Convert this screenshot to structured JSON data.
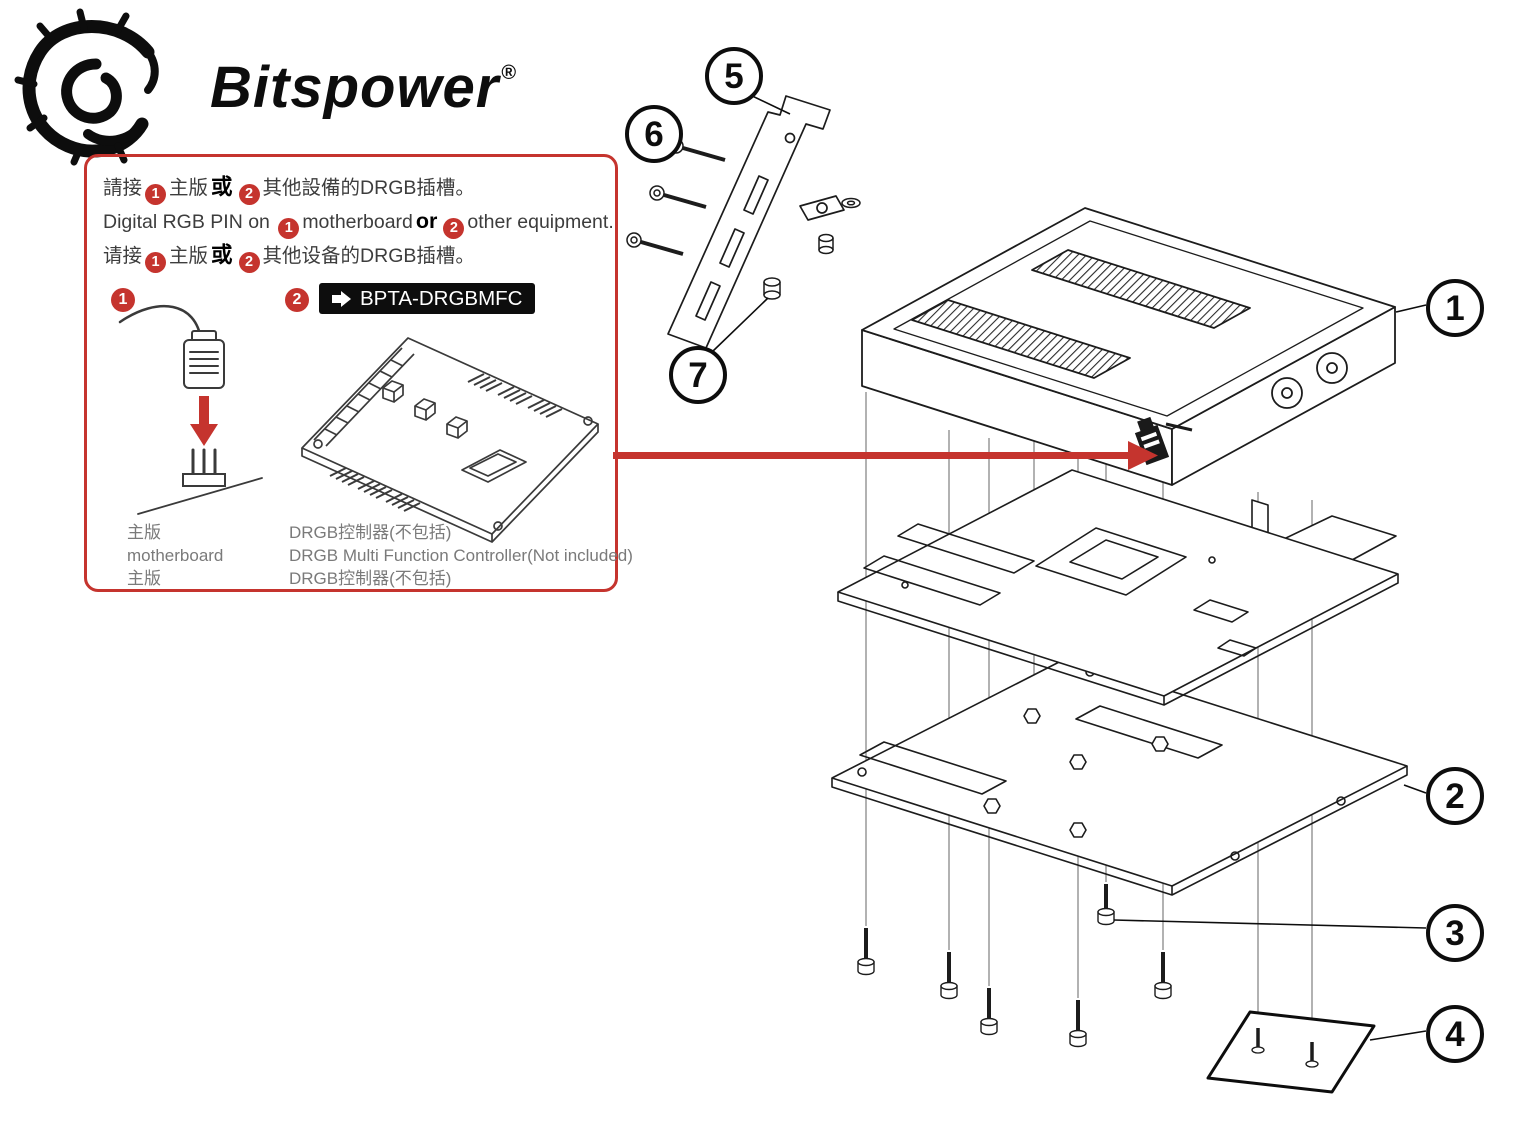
{
  "brand": {
    "name": "Bitspower",
    "registered_mark": "®"
  },
  "colors": {
    "accent_red": "#c5342e",
    "line_dark": "#1c1c1c",
    "caption_gray": "#7a7a7a"
  },
  "instruction_box": {
    "lines": [
      {
        "pre": "請接",
        "badge1": "1",
        "mid": "主版",
        "conj": "或",
        "badge2": "2",
        "post": "其他設備的DRGB插槽。"
      },
      {
        "pre": "Digital RGB PIN on ",
        "badge1": "1",
        "mid": "motherboard",
        "conj": "or",
        "badge2": "2",
        "post": "other equipment."
      },
      {
        "pre": "请接",
        "badge1": "1",
        "mid": "主版",
        "conj": "或",
        "badge2": "2",
        "post": "其他设备的DRGB插槽。"
      }
    ],
    "option1": {
      "badge": "1",
      "caption": [
        "主版",
        "motherboard",
        "主版"
      ]
    },
    "option2": {
      "badge": "2",
      "label": "BPTA-DRGBMFC",
      "caption": [
        "DRGB控制器(不包括)",
        "DRGB Multi Function Controller(Not included)",
        "DRGB控制器(不包括)"
      ]
    }
  },
  "part_callouts": {
    "p1": "1",
    "p2": "2",
    "p3": "3",
    "p4": "4",
    "p5": "5",
    "p6": "6",
    "p7": "7"
  }
}
